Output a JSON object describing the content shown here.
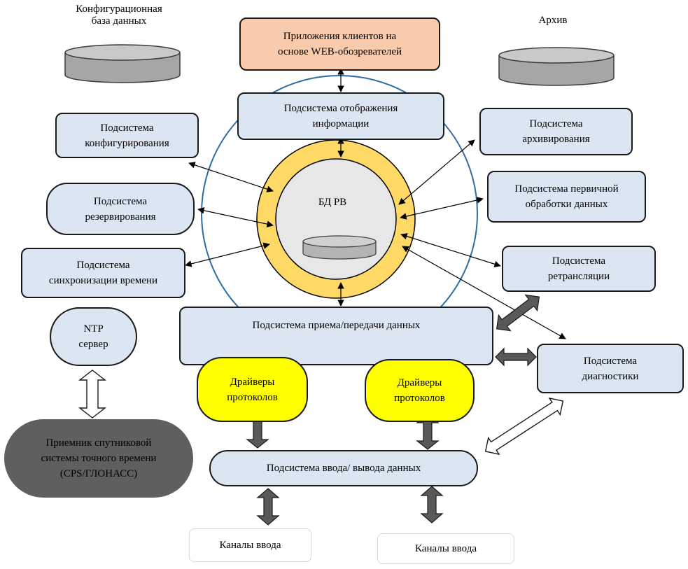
{
  "labels": {
    "config_db": "Конфигурационная\nбаза данных",
    "archive": "Архив",
    "db_rv": "БД РВ"
  },
  "boxes": {
    "web_clients": "Приложения клиентов на\nоснове WEB-обозревателей",
    "display": "Подсистема отображения\nинформации",
    "config": "Подсистема\nконфигурирования",
    "archiving": "Подсистема\nархивирования",
    "reserve": "Подсистема\nрезервирования",
    "primary": "Подсистема первичной\nобработки данных",
    "timesync": "Подсистема\nсинхронизации времени",
    "relay": "Подсистема\nретрансляции",
    "ntp": "NTP\nсервер",
    "rxtx": "Подсистема приема/передачи данных",
    "diag": "Подсистема\nдиагностики",
    "drivers1": "Драйверы\nпротоколов",
    "drivers2": "Драйверы\nпротоколов",
    "gps": "Приемник спутниковой\nсистемы точного времени\n(CPS/ГЛОНАСС)",
    "io": "Подсистема ввода/ вывода данных",
    "channels1": "Каналы ввода",
    "channels2": "Каналы ввода"
  },
  "colors": {
    "box_fill": "#dce6f2",
    "ring_outer": "#ffd966",
    "ring_line": "#2e6da4",
    "yellow": "#ffff00",
    "salmon": "#f8cbad",
    "dark": "#5f5f5f",
    "cylinder": "#a6a6a6",
    "arrow_fill": "#595959"
  }
}
